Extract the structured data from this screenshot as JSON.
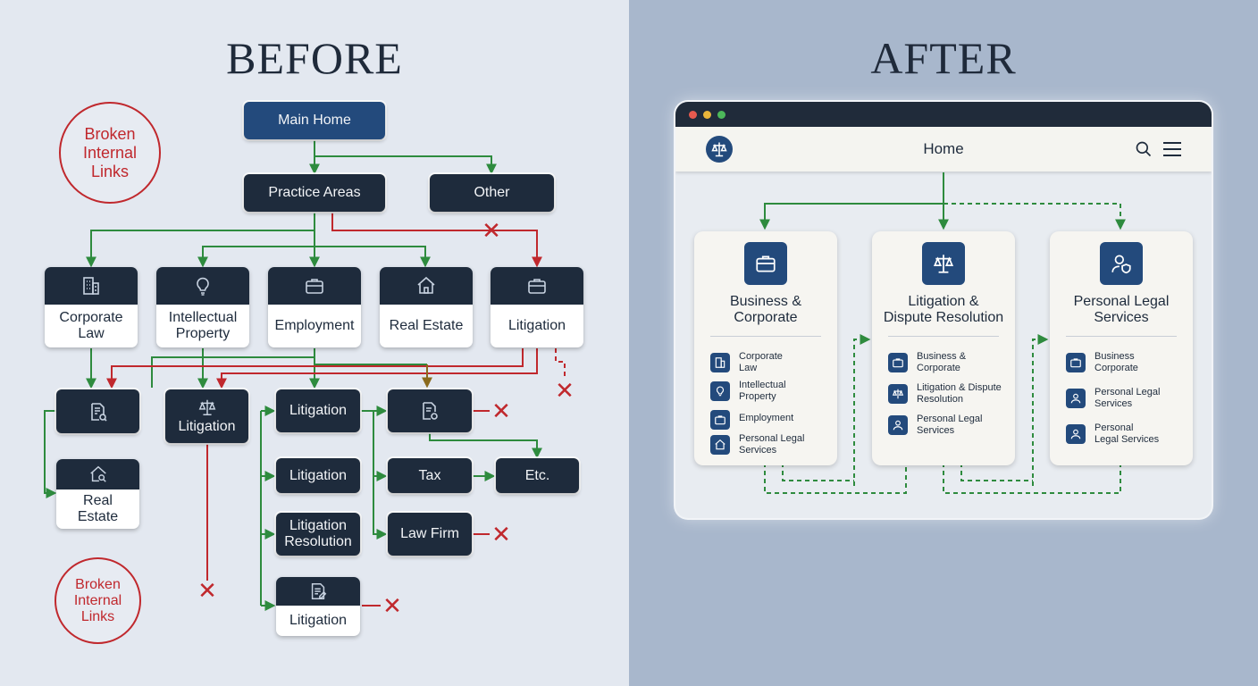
{
  "before": {
    "title": "BEFORE",
    "main_home": "Main Home",
    "practice_areas": "Practice Areas",
    "other": "Other",
    "categories": [
      {
        "label": "Corporate\nLaw",
        "icon": "building-icon"
      },
      {
        "label": "Intellectual\nProperty",
        "icon": "lightbulb-icon"
      },
      {
        "label": "Employment",
        "icon": "briefcase-icon"
      },
      {
        "label": "Real Estate",
        "icon": "house-icon"
      },
      {
        "label": "Litigation",
        "icon": "briefcase-icon"
      }
    ],
    "subpages": {
      "litigation_scales": "Litigation",
      "litigation_a": "Litigation",
      "litigation_b": "Litigation",
      "litigation_resolution": "Litigation\nResolution",
      "litigation_doc": "Litigation",
      "tax": "Tax",
      "etc": "Etc.",
      "law_firm": "Law Firm",
      "real_estate": "Real\nEstate"
    },
    "broken_links_top": "Broken\nInternal\nLinks",
    "broken_links_bottom": "Broken\nInternal\nLinks"
  },
  "after": {
    "title": "AFTER",
    "nav_title": "Home",
    "cards": [
      {
        "title": "Business &\nCorporate",
        "icon": "briefcase-icon",
        "items": [
          {
            "label": "Corporate\nLaw",
            "icon": "building-icon"
          },
          {
            "label": "Intellectual\nProperty",
            "icon": "lightbulb-icon"
          },
          {
            "label": "Employment",
            "icon": "briefcase-icon"
          },
          {
            "label": "Personal Legal\nServices",
            "icon": "house-icon"
          }
        ]
      },
      {
        "title": "Litigation &\nDispute Resolution",
        "icon": "scales-icon",
        "items": [
          {
            "label": "Business &\nCorporate",
            "icon": "briefcase-icon"
          },
          {
            "label": "Litigation & Dispute\nResolution",
            "icon": "scales-icon"
          },
          {
            "label": "Personal Legal\nServices",
            "icon": "person-icon"
          }
        ]
      },
      {
        "title": "Personal Legal\nServices",
        "icon": "person-shield-icon",
        "items": [
          {
            "label": "Business\nCorporate",
            "icon": "briefcase-icon"
          },
          {
            "label": "Personal Legal\nServices",
            "icon": "person-icon"
          },
          {
            "label": "Personal\nLegal Services",
            "icon": "person-icon"
          }
        ]
      }
    ]
  },
  "colors": {
    "navy": "#1e2b3c",
    "brand_blue": "#234a7c",
    "good_link": "#2e8b3e",
    "broken_link": "#c0282d"
  }
}
